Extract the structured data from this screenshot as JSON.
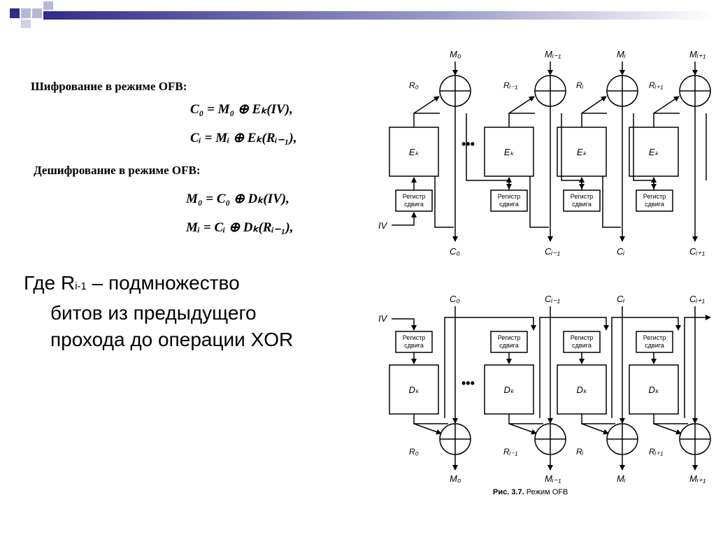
{
  "formulas": {
    "encrypt_heading": "Шифрование в режиме OFB:",
    "encrypt_line1": "C₀ = M₀ ⊕ Eₖ(IV),",
    "encrypt_line2": "Cᵢ = Mᵢ ⊕ Eₖ(Rᵢ₋₁),",
    "decrypt_heading": "Дешифрование в режиме OFB:",
    "decrypt_line1": "M₀ = C₀ ⊕ Dₖ(IV),",
    "decrypt_line2": "Mᵢ = Cᵢ ⊕ Dₖ(Rᵢ₋₁),"
  },
  "note": {
    "prefix": "Где R",
    "subscript": "i-1",
    "rest_line1": " – подмножество",
    "line2": "битов из предыдущего",
    "line3": "прохода до операции XOR"
  },
  "diagram": {
    "iv_label": "IV",
    "shift_register_line1": "Регистр",
    "shift_register_line2": "сдвига",
    "ellipsis": "•••",
    "encrypt_block": "Eₖ",
    "decrypt_block": "Dₖ",
    "m_labels": [
      "M₀",
      "Mᵢ₋₁",
      "Mᵢ",
      "Mᵢ₊₁"
    ],
    "c_labels": [
      "C₀",
      "Cᵢ₋₁",
      "Cᵢ",
      "Cᵢ₊₁"
    ],
    "r_labels": [
      "R₀",
      "Rᵢ₋₁",
      "Rᵢ",
      "Rᵢ₊₁"
    ]
  },
  "caption": {
    "number": "Рис. 3.7.",
    "text": " Режим OFB"
  },
  "colors": {
    "deco_dark": "#2e2e8c",
    "deco_light": "#b8b8d8"
  }
}
